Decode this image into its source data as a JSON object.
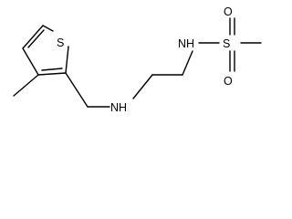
{
  "molecule": {
    "atoms": {
      "thiophene_sulfur": "S",
      "amine_nitrogen": "NH",
      "sulfonamide_nitrogen": "NH",
      "sulfonyl_sulfur": "S",
      "oxygen_top": "O",
      "oxygen_bottom": "O"
    }
  },
  "colors": {
    "bond": "#000000",
    "label": "#000000",
    "background": "#ffffff"
  }
}
